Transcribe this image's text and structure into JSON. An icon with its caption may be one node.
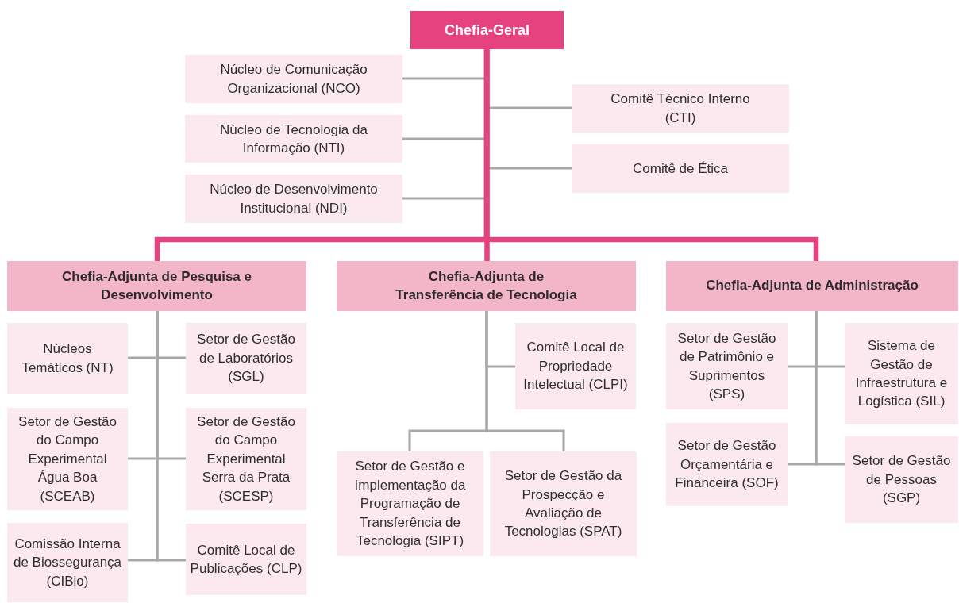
{
  "diagram": {
    "nodes": [
      {
        "text": [
          "Chefia-Geral"
        ]
      },
      {
        "text": [
          "Núcleo de Comunicação Organizacional (NCO)"
        ]
      },
      {
        "text": [
          "Núcleo de Tecnologia da Informação (NTI)"
        ]
      },
      {
        "text": [
          "Núcleo de Desenvolvimento Institucional (NDI)"
        ]
      },
      {
        "text": [
          "Comitê Técnico Interno (CTI)"
        ]
      },
      {
        "text": [
          "Comitê de Ética"
        ]
      },
      {
        "text": [
          "Chefia-Adjunta de Pesquisa e Desenvolvimento"
        ]
      },
      {
        "text": [
          "Chefia-Adjunta de Transferência de Tecnologia"
        ]
      },
      {
        "text": [
          "Chefia-Adjunta de Administração"
        ]
      },
      {
        "text": [
          "Núcleos Temáticos (NT)"
        ]
      },
      {
        "text": [
          "Setor de Gestão de Laboratórios (SGL)"
        ]
      },
      {
        "text": [
          "Setor de Gestão do Campo Experimental Água Boa (SCEAB)"
        ]
      },
      {
        "text": [
          "Setor de Gestão do Campo Experimental Serra da Prata (SCESP)"
        ]
      },
      {
        "text": [
          "Comissão Interna de Biossegurança (CIBio)"
        ]
      },
      {
        "text": [
          "Comitê Local de Publicações (CLP)"
        ]
      },
      {
        "text": [
          "Comitê Local de Propriedade Intelectual (CLPI)"
        ]
      },
      {
        "text": [
          "Setor de Gestão e Implementação da Programação de Transferência de Tecnologia (SIPT)"
        ]
      },
      {
        "text": [
          "Setor de Gestão da Prospecção e Avaliação de Tecnologias (SPAT)"
        ]
      },
      {
        "text": [
          "Setor de Gestão de Patrimônio e Suprimentos (SPS)"
        ]
      },
      {
        "text": [
          "Sistema de Gestão de Infraestrutura e Logística (SIL)"
        ]
      },
      {
        "text": [
          "Setor de Gestão Orçamentária e Financeira (SOF)"
        ]
      },
      {
        "text": [
          "Setor de Gestão de Pessoas (SGP)"
        ]
      }
    ],
    "edges": [
      {
        "from": 0,
        "to": 1,
        "arrow": "none"
      },
      {
        "from": 0,
        "to": 2,
        "arrow": "none"
      },
      {
        "from": 0,
        "to": 3,
        "arrow": "none"
      },
      {
        "from": 0,
        "to": 4,
        "arrow": "none"
      },
      {
        "from": 0,
        "to": 5,
        "arrow": "none"
      },
      {
        "from": 0,
        "to": 6,
        "arrow": "none",
        "style": "thick",
        "color": "#e5427f"
      },
      {
        "from": 0,
        "to": 7,
        "arrow": "none",
        "style": "thick",
        "color": "#e5427f"
      },
      {
        "from": 0,
        "to": 8,
        "arrow": "none",
        "style": "thick",
        "color": "#e5427f"
      },
      {
        "from": 6,
        "to": 9,
        "arrow": "none"
      },
      {
        "from": 6,
        "to": 10,
        "arrow": "none"
      },
      {
        "from": 6,
        "to": 11,
        "arrow": "none"
      },
      {
        "from": 6,
        "to": 12,
        "arrow": "none"
      },
      {
        "from": 6,
        "to": 13,
        "arrow": "none"
      },
      {
        "from": 6,
        "to": 14,
        "arrow": "none"
      },
      {
        "from": 7,
        "to": 15,
        "arrow": "none"
      },
      {
        "from": 7,
        "to": 16,
        "arrow": "none"
      },
      {
        "from": 7,
        "to": 17,
        "arrow": "none"
      },
      {
        "from": 8,
        "to": 18,
        "arrow": "none"
      },
      {
        "from": 8,
        "to": 19,
        "arrow": "none"
      },
      {
        "from": 8,
        "to": 20,
        "arrow": "none"
      },
      {
        "from": 8,
        "to": 21,
        "arrow": "none"
      }
    ]
  }
}
